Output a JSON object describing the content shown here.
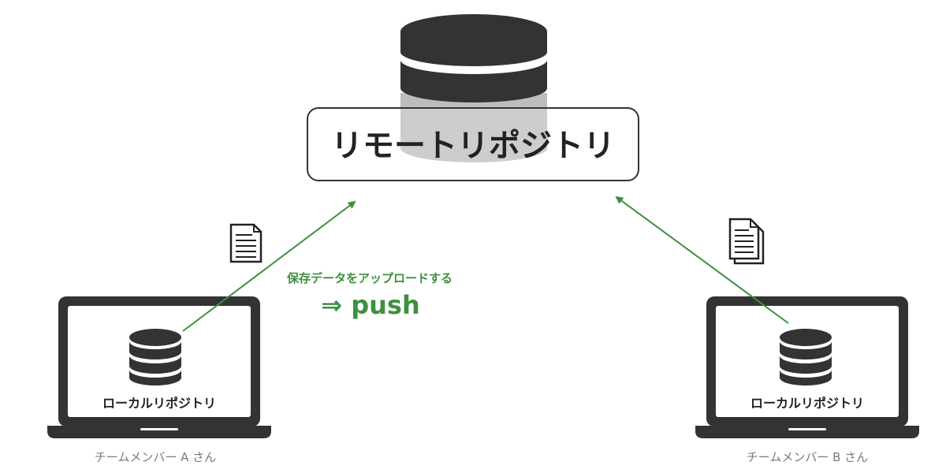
{
  "remote": {
    "label": "リモートリポジトリ"
  },
  "computer_a": {
    "repo_label": "ローカルリポジトリ",
    "member_label": "チームメンバー A さん"
  },
  "computer_b": {
    "repo_label": "ローカルリポジトリ",
    "member_label": "チームメンバー B さん"
  },
  "push": {
    "caption": "保存データをアップロードする",
    "label": "⇒ push"
  },
  "icons": {
    "remote": "database-icon",
    "local": "database-icon",
    "laptop": "laptop-icon",
    "file_single": "document-icon",
    "file_stack": "documents-icon"
  },
  "colors": {
    "arrow": "#3f8f3f",
    "dark": "#333333",
    "ghost": "#bdbdbd"
  }
}
